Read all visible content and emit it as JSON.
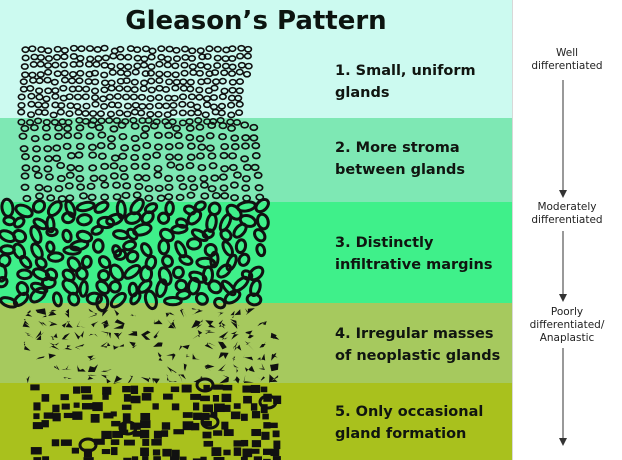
{
  "title": "Gleason’s Pattern",
  "patterns": [
    {
      "label": "1. Small, uniform\nglands"
    },
    {
      "label": "2. More stroma\nbetween glands"
    },
    {
      "label": "3. Distinctly\ninfiltrative margins"
    },
    {
      "label": "4. Irregular masses\nof neoplastic glands"
    },
    {
      "label": "5. Only occasional\ngland formation"
    }
  ],
  "grades": {
    "well": "Well\ndifferentiated",
    "moderate": "Moderately\ndifferentiated",
    "poor": "Poorly\ndifferentiated/\nAnaplastic"
  },
  "colors": {
    "band1": "#ccfaf0",
    "band2": "#7ee8b4",
    "band3": "#3ff08a",
    "band4": "#a6c95e",
    "band5": "#a9c11d",
    "ink": "#111111"
  }
}
